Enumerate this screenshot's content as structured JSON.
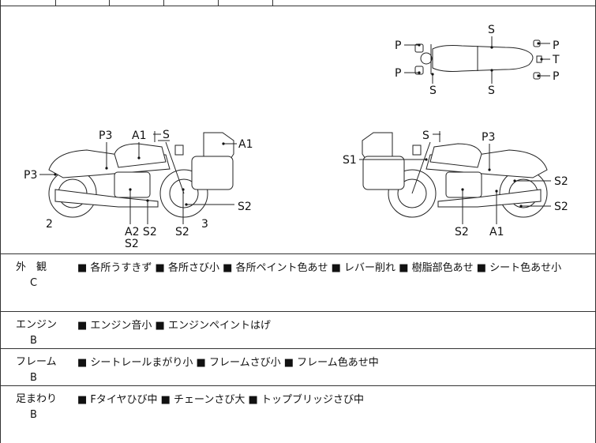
{
  "diagram": {
    "left_bike_labels": {
      "p3_tank": "P3",
      "p3_rear": "P3",
      "a1_tank": "A1",
      "s_handle": "S",
      "a1_case": "A1",
      "s2_rear": "S2",
      "num_2": "2",
      "a2_s2": "A2 S2",
      "s2_bottom": "S2",
      "s2_mid": "S2",
      "num_3": "3"
    },
    "right_bike_labels": {
      "s_handle": "S",
      "p3_tank": "P3",
      "s1_case": "S1",
      "s2_rear_upper": "S2",
      "s2_rear_lower": "S2",
      "s2_bottom": "S2",
      "a1_bottom": "A1"
    },
    "top_view_labels": {
      "s_top": "S",
      "p_top_left": "P",
      "p_bottom_left": "P",
      "s_bottom_left": "S",
      "s_bottom_mid": "S",
      "p_top_right": "P",
      "t_right": "T",
      "p_bottom_right": "P"
    }
  },
  "conditions": [
    {
      "category": "外　観",
      "grade": "C",
      "items": "■ 各所うすきず ■ 各所さび小 ■ 各所ペイント色あせ ■ レバー削れ ■ 樹脂部色あせ ■ シート色あせ小"
    },
    {
      "category": "エンジン",
      "grade": "B",
      "items": "■ エンジン音小 ■ エンジンペイントはげ"
    },
    {
      "category": "フレーム",
      "grade": "B",
      "items": "■ シートレールまがり小 ■ フレームさび小 ■ フレーム色あせ中"
    },
    {
      "category": "足まわり",
      "grade": "B",
      "items": "■ Fタイヤひび中 ■ チェーンさび大 ■ トップブリッジさび中"
    }
  ]
}
